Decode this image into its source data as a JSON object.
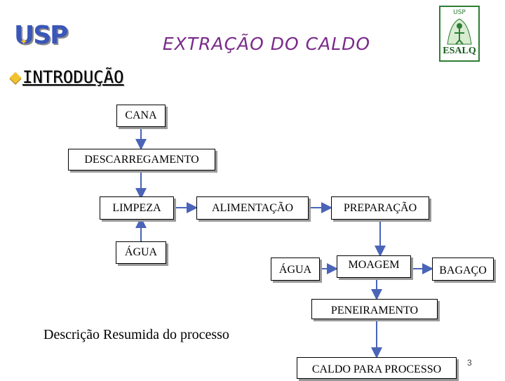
{
  "header": {
    "title": "EXTRAÇÃO DO CALDO",
    "usp_logo": "USP",
    "esalq_logo": {
      "top": "USP",
      "bottom": "ESALQ"
    }
  },
  "section": {
    "label": "INTRODUÇÃO",
    "bullet_icon": "diamond-bullet-icon"
  },
  "flow": {
    "cana": "CANA",
    "descarregamento": "DESCARREGAMENTO",
    "limpeza": "LIMPEZA",
    "alimentacao": "ALIMENTAÇÃO",
    "preparacao": "PREPARAÇÃO",
    "agua_left": "ÁGUA",
    "agua_right": "ÁGUA",
    "moagem": "MOAGEM",
    "bagaco": "BAGAÇO",
    "peneiramento": "PENEIRAMENTO",
    "caldo": "CALDO PARA PROCESSO"
  },
  "caption": "Descrição Resumida do processo",
  "page_number": "3",
  "colors": {
    "title": "#7a2a8a",
    "logo_blue": "#3a56b8",
    "esalq_green": "#2e7d32",
    "bullet": "#f2c12e",
    "arrow": "#4a64b8"
  }
}
